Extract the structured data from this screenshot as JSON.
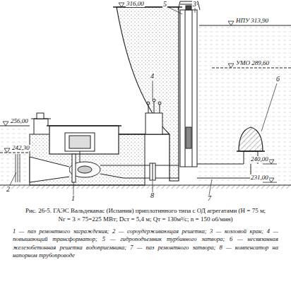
{
  "diagram": {
    "caption": "Рис. 26-5. ГАЭС Вальдеканас (Испания) приплотинного типа с ОД агрегатами (H = 75 м; Nг = 3 × 75=225 МВт; Dст = 5,4 м; Qт = 130м³/с; n = 150 об/мин)",
    "labels": [
      "316,00",
      "НПУ 313,90",
      "УМО 289,60",
      "256,00",
      "242,30",
      "240,00",
      "231,00",
      "5",
      "3",
      "4",
      "6",
      "2",
      "1",
      "8",
      "7",
      "1 — паз ремонтного заграждения; 2 — сороудерживающая решетка; 3 — козловой кран; 4 — повышающий трансформатор; 5 — гидроподъемник турбинного затвора; 6 — несвязанная железобетонная решетка водоприемника; 7 — паз ремонтного затвора; 8 — компенсатор на напорном трубопроводе"
    ]
  }
}
